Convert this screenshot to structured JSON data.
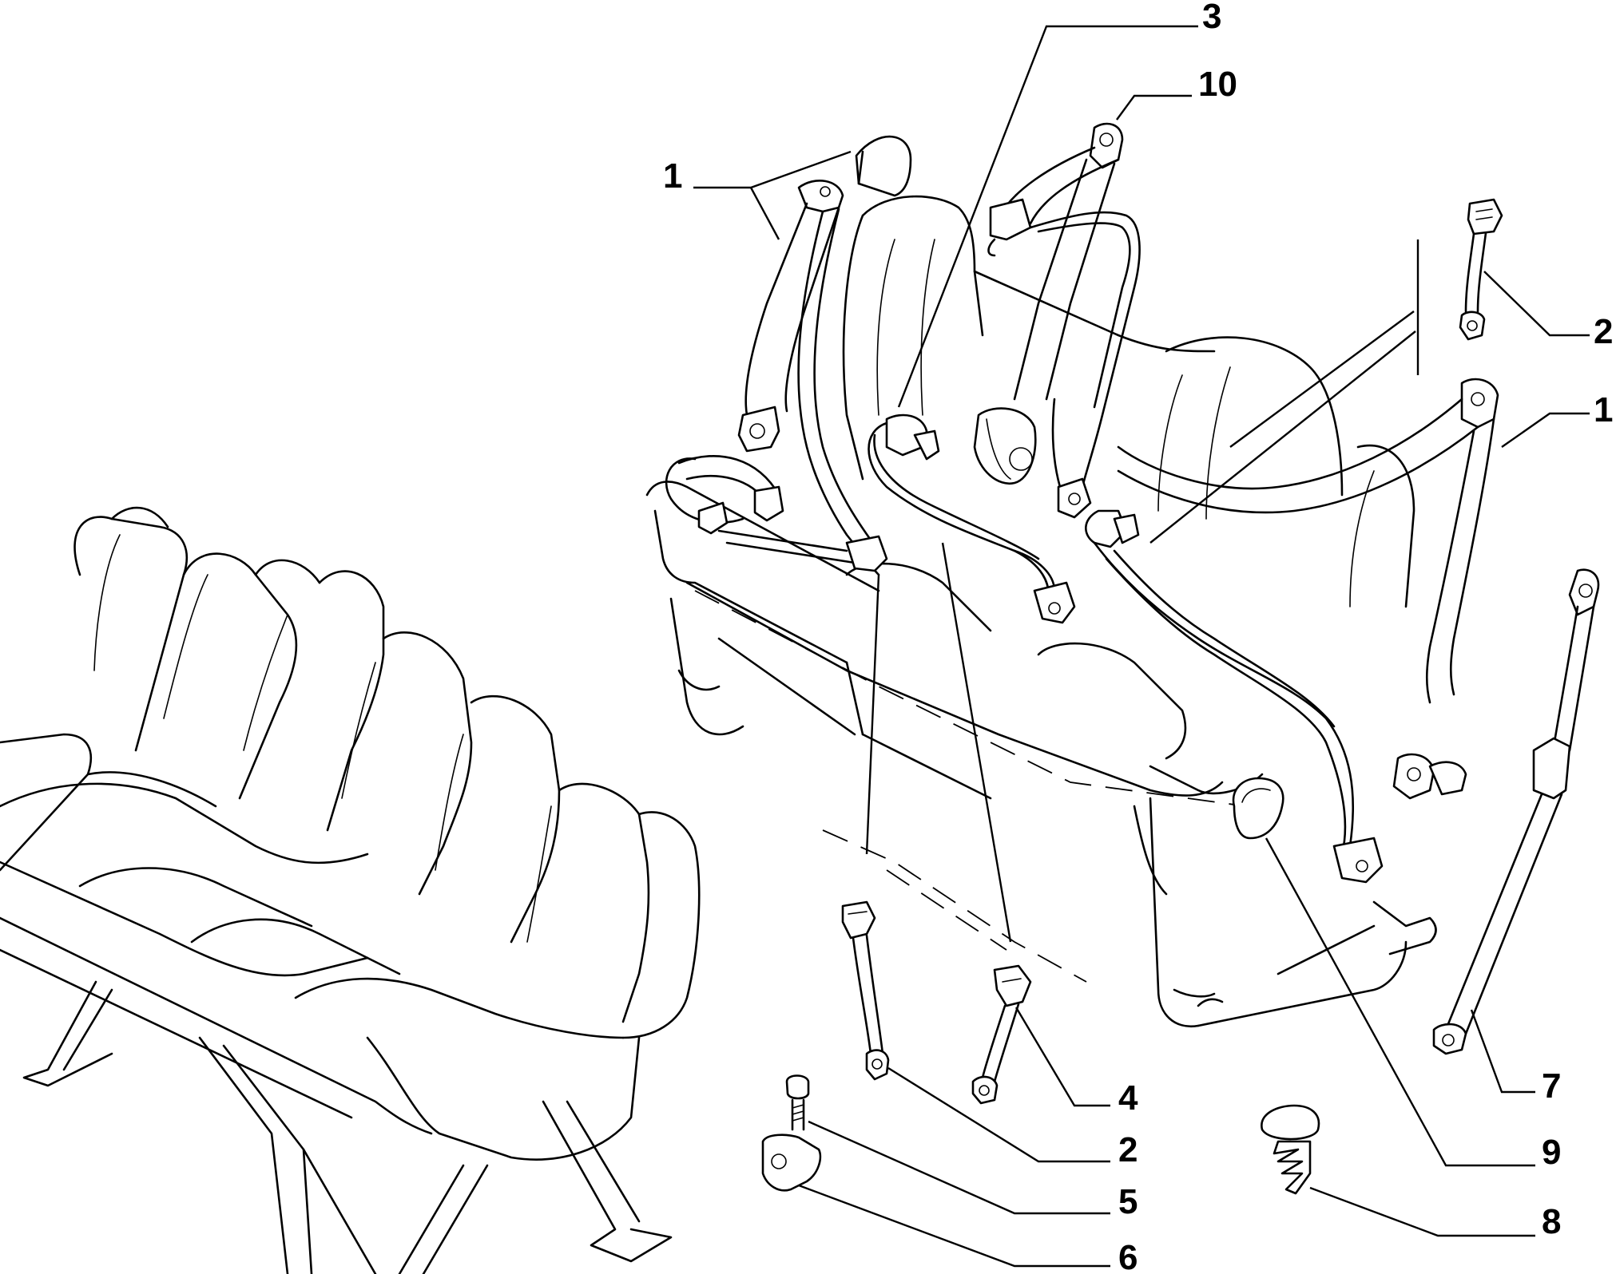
{
  "callouts": {
    "c1_left": "1",
    "c1_right": "1",
    "c2_top": "2",
    "c2_bottom": "2",
    "c3": "3",
    "c4": "4",
    "c5": "5",
    "c6": "6",
    "c7": "7",
    "c8": "8",
    "c9": "9",
    "c10": "10"
  }
}
